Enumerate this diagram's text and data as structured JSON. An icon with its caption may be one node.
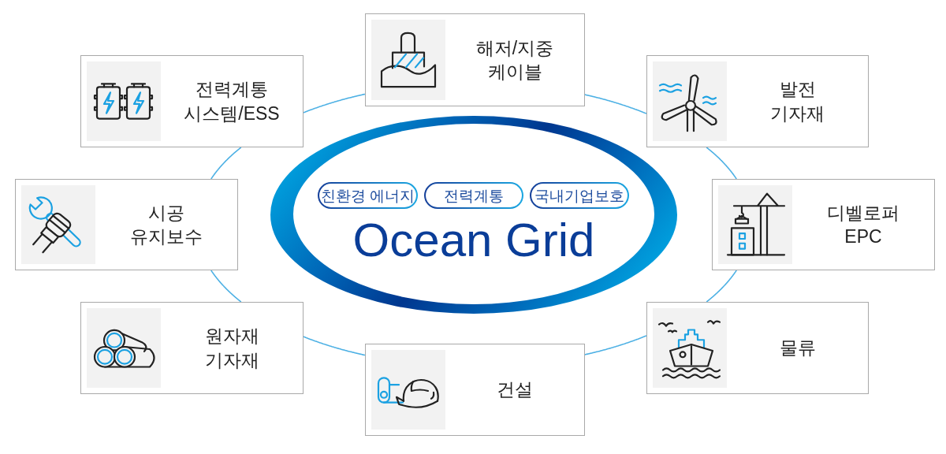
{
  "diagram": {
    "nodes": [
      {
        "text": [
          "해저/지중 케이블"
        ]
      },
      {
        "text": [
          "전력계통 시스템/ESS"
        ]
      },
      {
        "text": [
          "발전 기자재"
        ]
      },
      {
        "text": [
          "Ocean Grid"
        ]
      },
      {
        "text": [
          "친환경 에너지"
        ],
        "in": 3
      },
      {
        "text": [
          "전력계통"
        ],
        "in": 3
      },
      {
        "text": [
          "국내기업보호"
        ],
        "in": 3
      },
      {
        "text": [
          "시공 유지보수"
        ]
      },
      {
        "text": [
          "디벨로퍼 EPC"
        ]
      },
      {
        "text": [
          "원자재 기자재"
        ]
      },
      {
        "text": [
          "물류"
        ]
      },
      {
        "text": [
          "건설"
        ]
      }
    ],
    "edges": [
      {
        "from": 1,
        "to": 0,
        "arrow": "none"
      },
      {
        "from": 0,
        "to": 2,
        "arrow": "none"
      },
      {
        "from": 2,
        "to": 8,
        "arrow": "none"
      },
      {
        "from": 8,
        "to": 10,
        "arrow": "none"
      },
      {
        "from": 10,
        "to": 11,
        "arrow": "none"
      },
      {
        "from": 11,
        "to": 9,
        "arrow": "none"
      },
      {
        "from": 9,
        "to": 7,
        "arrow": "none"
      },
      {
        "from": 7,
        "to": 1,
        "arrow": "none"
      }
    ]
  }
}
